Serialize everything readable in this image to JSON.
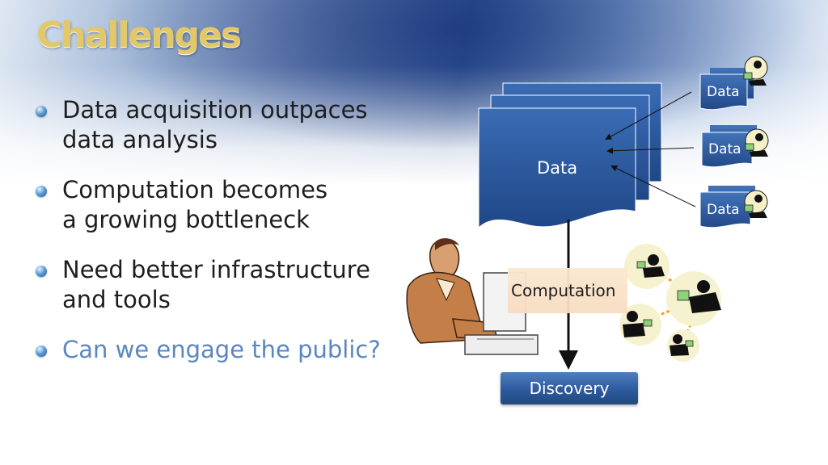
{
  "slide": {
    "title": "Challenges",
    "bullets": [
      {
        "text": "Data acquisition outpaces data analysis",
        "line1": "Data acquisition outpaces",
        "line2": "data analysis"
      },
      {
        "text": "Computation becomes a growing bottleneck",
        "line1": "Computation becomes",
        "line2": "a growing bottleneck"
      },
      {
        "text": "Need better infrastructure and tools",
        "line1": "Need better infrastructure",
        "line2": "and tools"
      },
      {
        "text": "Can we engage the public?",
        "line1": "Can we engage the public?",
        "line2": ""
      }
    ]
  },
  "diagram": {
    "central_data_label": "Data",
    "source_labels": [
      "Data",
      "Data",
      "Data"
    ],
    "computation_label": "Computation",
    "discovery_label": "Discovery"
  },
  "colors": {
    "title_gold": "#e3c86a",
    "document_blue": "#2c5aa0",
    "highlight_text": "#5b86c0",
    "computation_fill": "#fbe8d0"
  },
  "icons": [
    "bullet-dot-icon",
    "person-at-computer-icon",
    "network-people-icon",
    "person-laptop-icon"
  ]
}
